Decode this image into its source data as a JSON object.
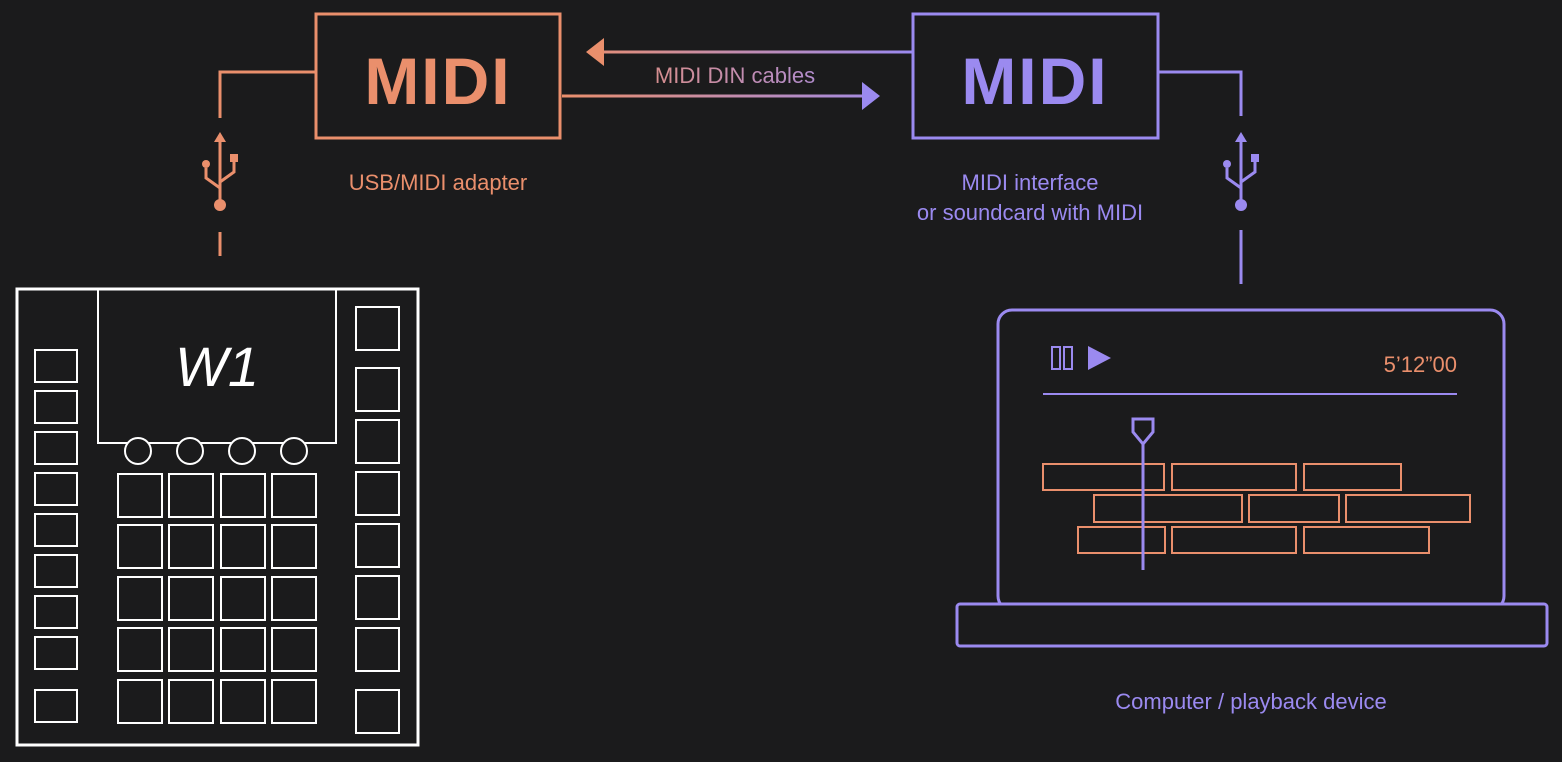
{
  "colors": {
    "background": "#1b1b1c",
    "orange": "#ea8f6c",
    "purple": "#9b8af0",
    "white": "#ffffff"
  },
  "adapter": {
    "logo_text": "MIDI",
    "label": "USB/MIDI adapter",
    "icon": "usb-icon"
  },
  "interface": {
    "logo_text": "MIDI",
    "label_line1": "MIDI interface",
    "label_line2": "or soundcard with MIDI",
    "icon": "usb-icon"
  },
  "cables": {
    "label": "MIDI DIN cables"
  },
  "device": {
    "name": "W1"
  },
  "computer": {
    "label": "Computer / playback device",
    "time": "5’12”00",
    "icons": [
      "pause-icon",
      "play-icon"
    ]
  }
}
